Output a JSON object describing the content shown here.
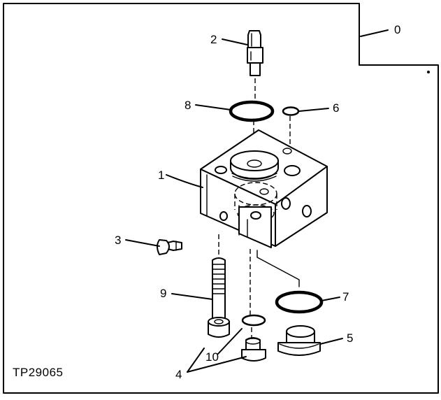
{
  "figure": {
    "code": "TP29065",
    "callouts": [
      "0",
      "1",
      "2",
      "3",
      "4",
      "5",
      "6",
      "7",
      "8",
      "9",
      "10"
    ]
  }
}
